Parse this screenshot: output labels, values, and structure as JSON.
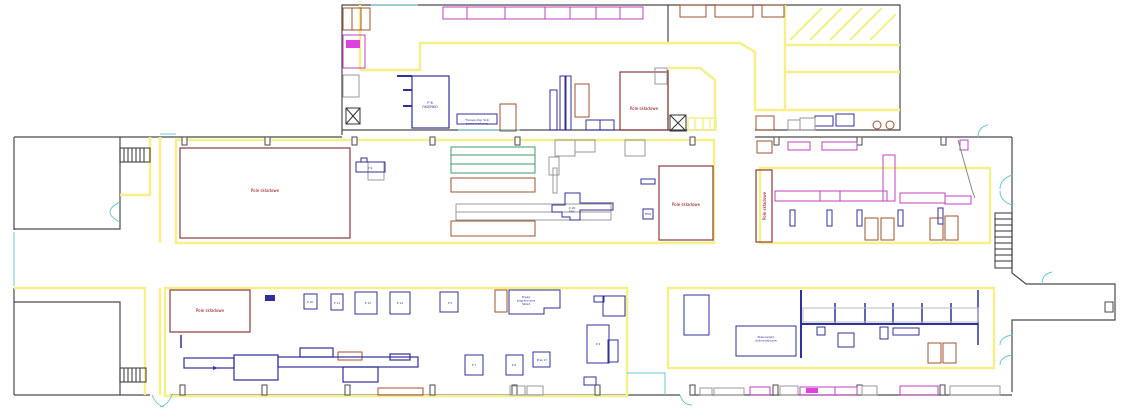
{
  "drawing": {
    "type": "factory floor plan",
    "colors": {
      "wall": "#4a4a4a",
      "walkway": "#f5f08a",
      "machine": "#30309a",
      "storage": "#a0522d",
      "shelving": "#c040c0",
      "door": "#6cc8d0",
      "rack_green": "#3c9a6a",
      "equipment_gray": "#9a9a9a",
      "label": "#8b0000"
    }
  },
  "labels": {
    "storage_field_1": "Pole składowe",
    "storage_field_2": "Pole składowe",
    "storage_field_3": "Pole składowe",
    "storage_field_4": "Pole składowe",
    "storage_field_5": "Pole składowe",
    "storage_field_top": "Pole składowe",
    "press_upper": "P 8\nOKIENKO",
    "transport_unit": "Transporter SLK\nprzenośnikowy",
    "machine_pt": "P 9",
    "machine_x20": "X 20\nPRS",
    "machine_mms": "MMS",
    "press_center": "Prasa\npograniczna\nSkład",
    "press_p10": "P 10",
    "press_p11": "P 11",
    "press_p12": "P 12",
    "press_p14": "P 14",
    "press_p5": "P 5",
    "press_p7": "P 7",
    "press_p6": "P 6",
    "press_p17": "Pras 17",
    "press_p4": "P 4",
    "packing_station": "Stanowisko\nautomatyczne",
    "machine_b": "B",
    "tag_small": "Tag"
  }
}
